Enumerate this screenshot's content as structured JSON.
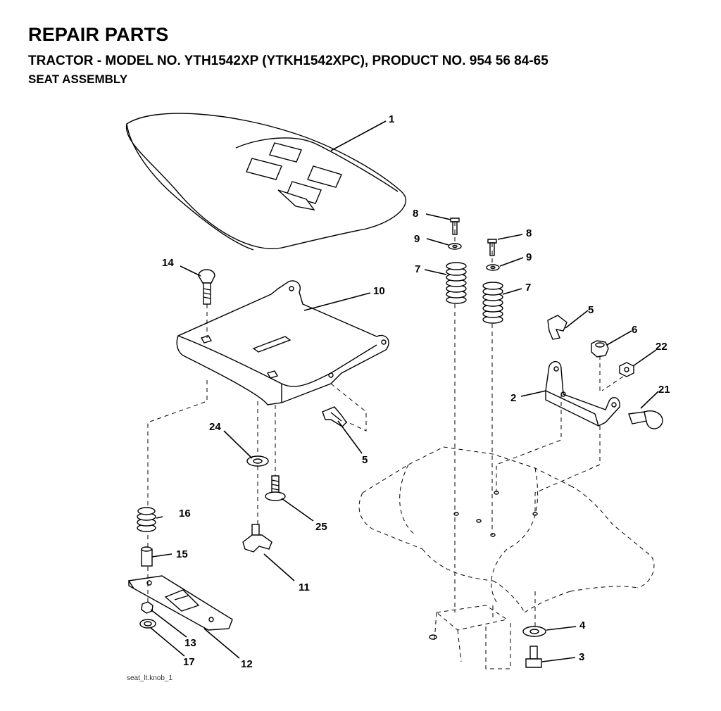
{
  "header": {
    "title": "REPAIR PARTS",
    "subtitle": " TRACTOR - MODEL NO. YTH1542XP (YTKH1542XPC), PRODUCT NO. 954 56 84-65",
    "section": "SEAT ASSEMBLY"
  },
  "callouts": {
    "c1": "1",
    "c2": "2",
    "c3": "3",
    "c4": "4",
    "c5a": "5",
    "c5b": "5",
    "c6": "6",
    "c7a": "7",
    "c7b": "7",
    "c8a": "8",
    "c8b": "8",
    "c9a": "9",
    "c9b": "9",
    "c10": "10",
    "c11": "11",
    "c12": "12",
    "c13": "13",
    "c14": "14",
    "c15": "15",
    "c16": "16",
    "c17": "17",
    "c21": "21",
    "c22": "22",
    "c24": "24",
    "c25": "25"
  },
  "footer": {
    "code": "seat_lt.knob_1"
  }
}
